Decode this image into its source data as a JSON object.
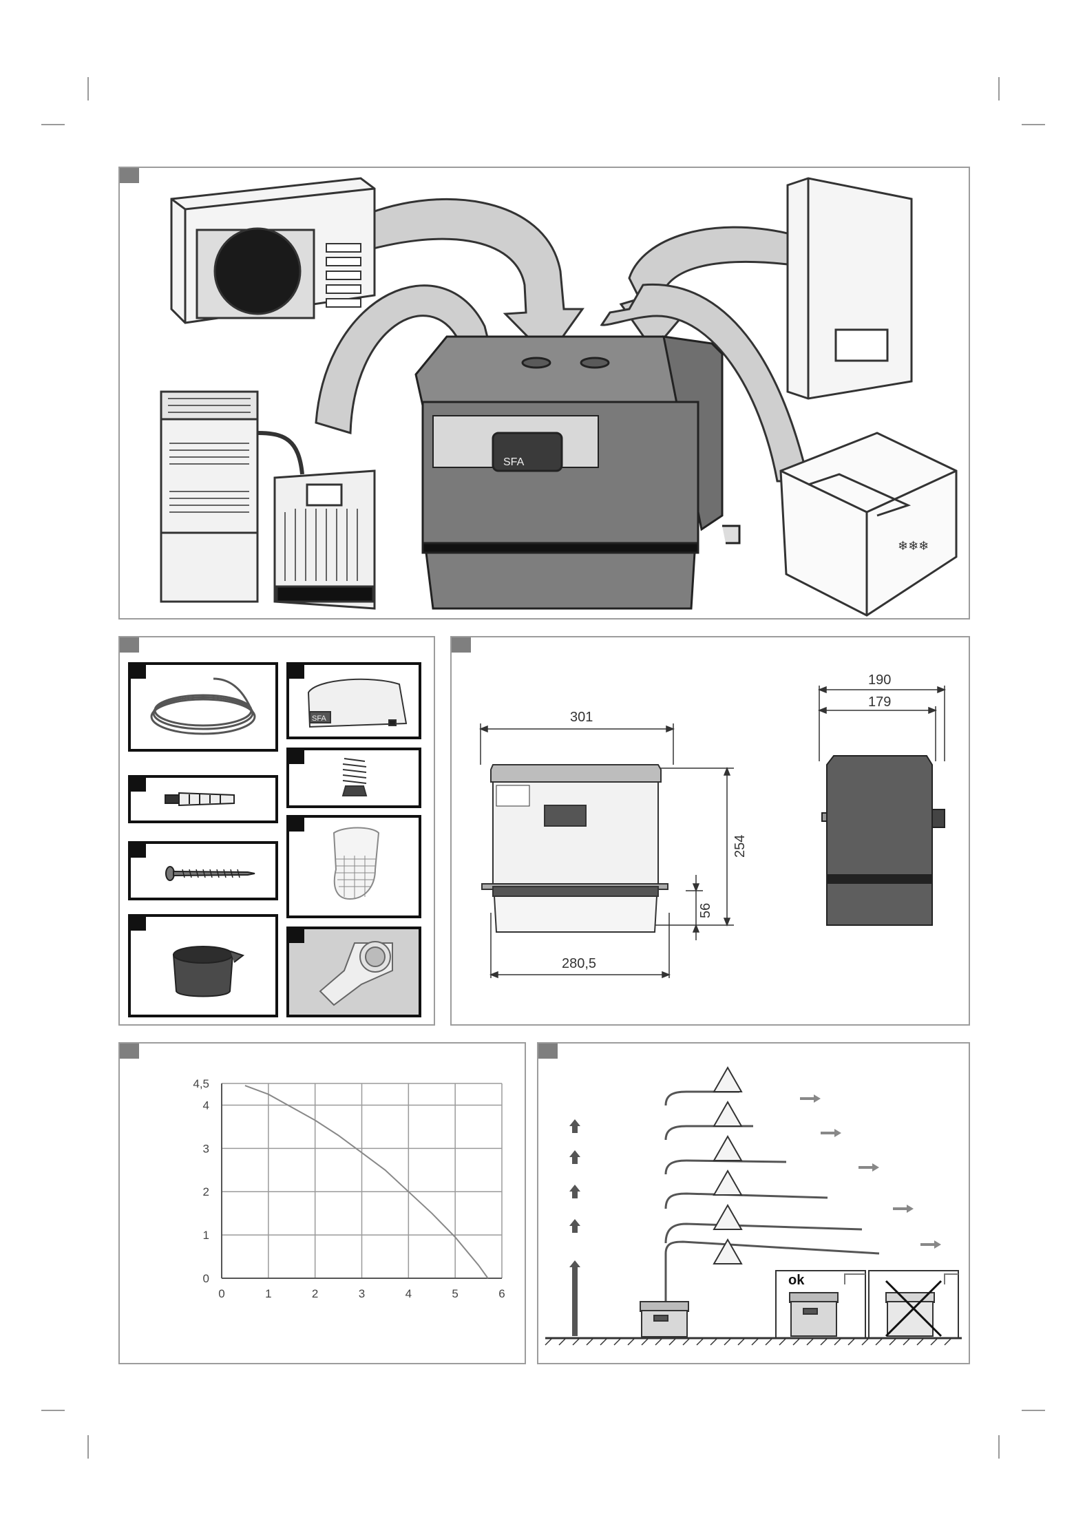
{
  "dimensions": {
    "width_front": "301",
    "depth_outer": "190",
    "depth_inner": "179",
    "height": "254",
    "bottom_height": "56",
    "base_width": "280,5",
    "pump_logo": "SFA"
  },
  "chart_data": {
    "type": "line",
    "title": "",
    "xlabel": "",
    "ylabel": "",
    "xlim": [
      0,
      6
    ],
    "ylim": [
      0,
      4.5
    ],
    "x_ticks": [
      "0",
      "1",
      "2",
      "3",
      "4",
      "5",
      "6"
    ],
    "y_ticks": [
      "0",
      "1",
      "2",
      "3",
      "4",
      "4,5"
    ],
    "y_tick_values": [
      0,
      1,
      2,
      3,
      4,
      4.5
    ],
    "grid": true,
    "series": [
      {
        "x": [
          0.5,
          1.0,
          1.5,
          2.0,
          2.5,
          3.0,
          3.5,
          4.0,
          4.5,
          5.0,
          5.5,
          5.7
        ],
        "y": [
          4.45,
          4.25,
          3.95,
          3.65,
          3.3,
          2.9,
          2.5,
          2.0,
          1.5,
          0.95,
          0.3,
          0.0
        ]
      }
    ]
  },
  "install": {
    "ok_label": "ok"
  },
  "colors": {
    "panel_border": "#9c9c9c",
    "pump_body": "#6e6e6e",
    "arrow_fill": "#cfcfcf",
    "curve": "#888888",
    "grid": "#9a9a9a"
  }
}
